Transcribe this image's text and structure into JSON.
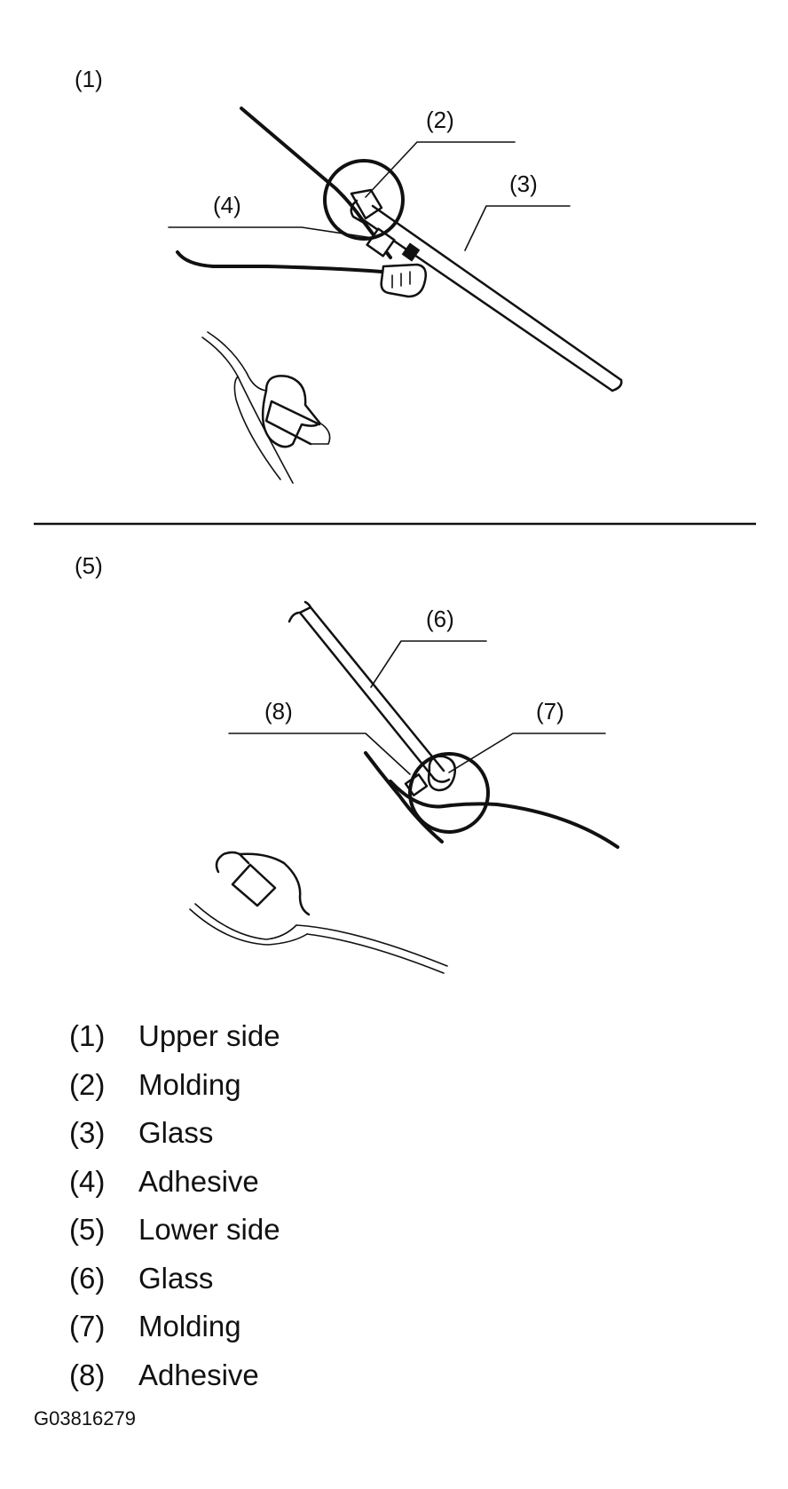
{
  "callouts": {
    "upper": "(1)",
    "molding_upper": "(2)",
    "glass_upper": "(3)",
    "adhesive_upper": "(4)",
    "lower": "(5)",
    "glass_lower": "(6)",
    "molding_lower": "(7)",
    "adhesive_lower": "(8)"
  },
  "legend": [
    {
      "num": "(1)",
      "label": "Upper side"
    },
    {
      "num": "(2)",
      "label": "Molding"
    },
    {
      "num": "(3)",
      "label": "Glass"
    },
    {
      "num": "(4)",
      "label": "Adhesive"
    },
    {
      "num": "(5)",
      "label": "Lower side"
    },
    {
      "num": "(6)",
      "label": "Glass"
    },
    {
      "num": "(7)",
      "label": "Molding"
    },
    {
      "num": "(8)",
      "label": "Adhesive"
    }
  ],
  "figure_id": "G03816279"
}
